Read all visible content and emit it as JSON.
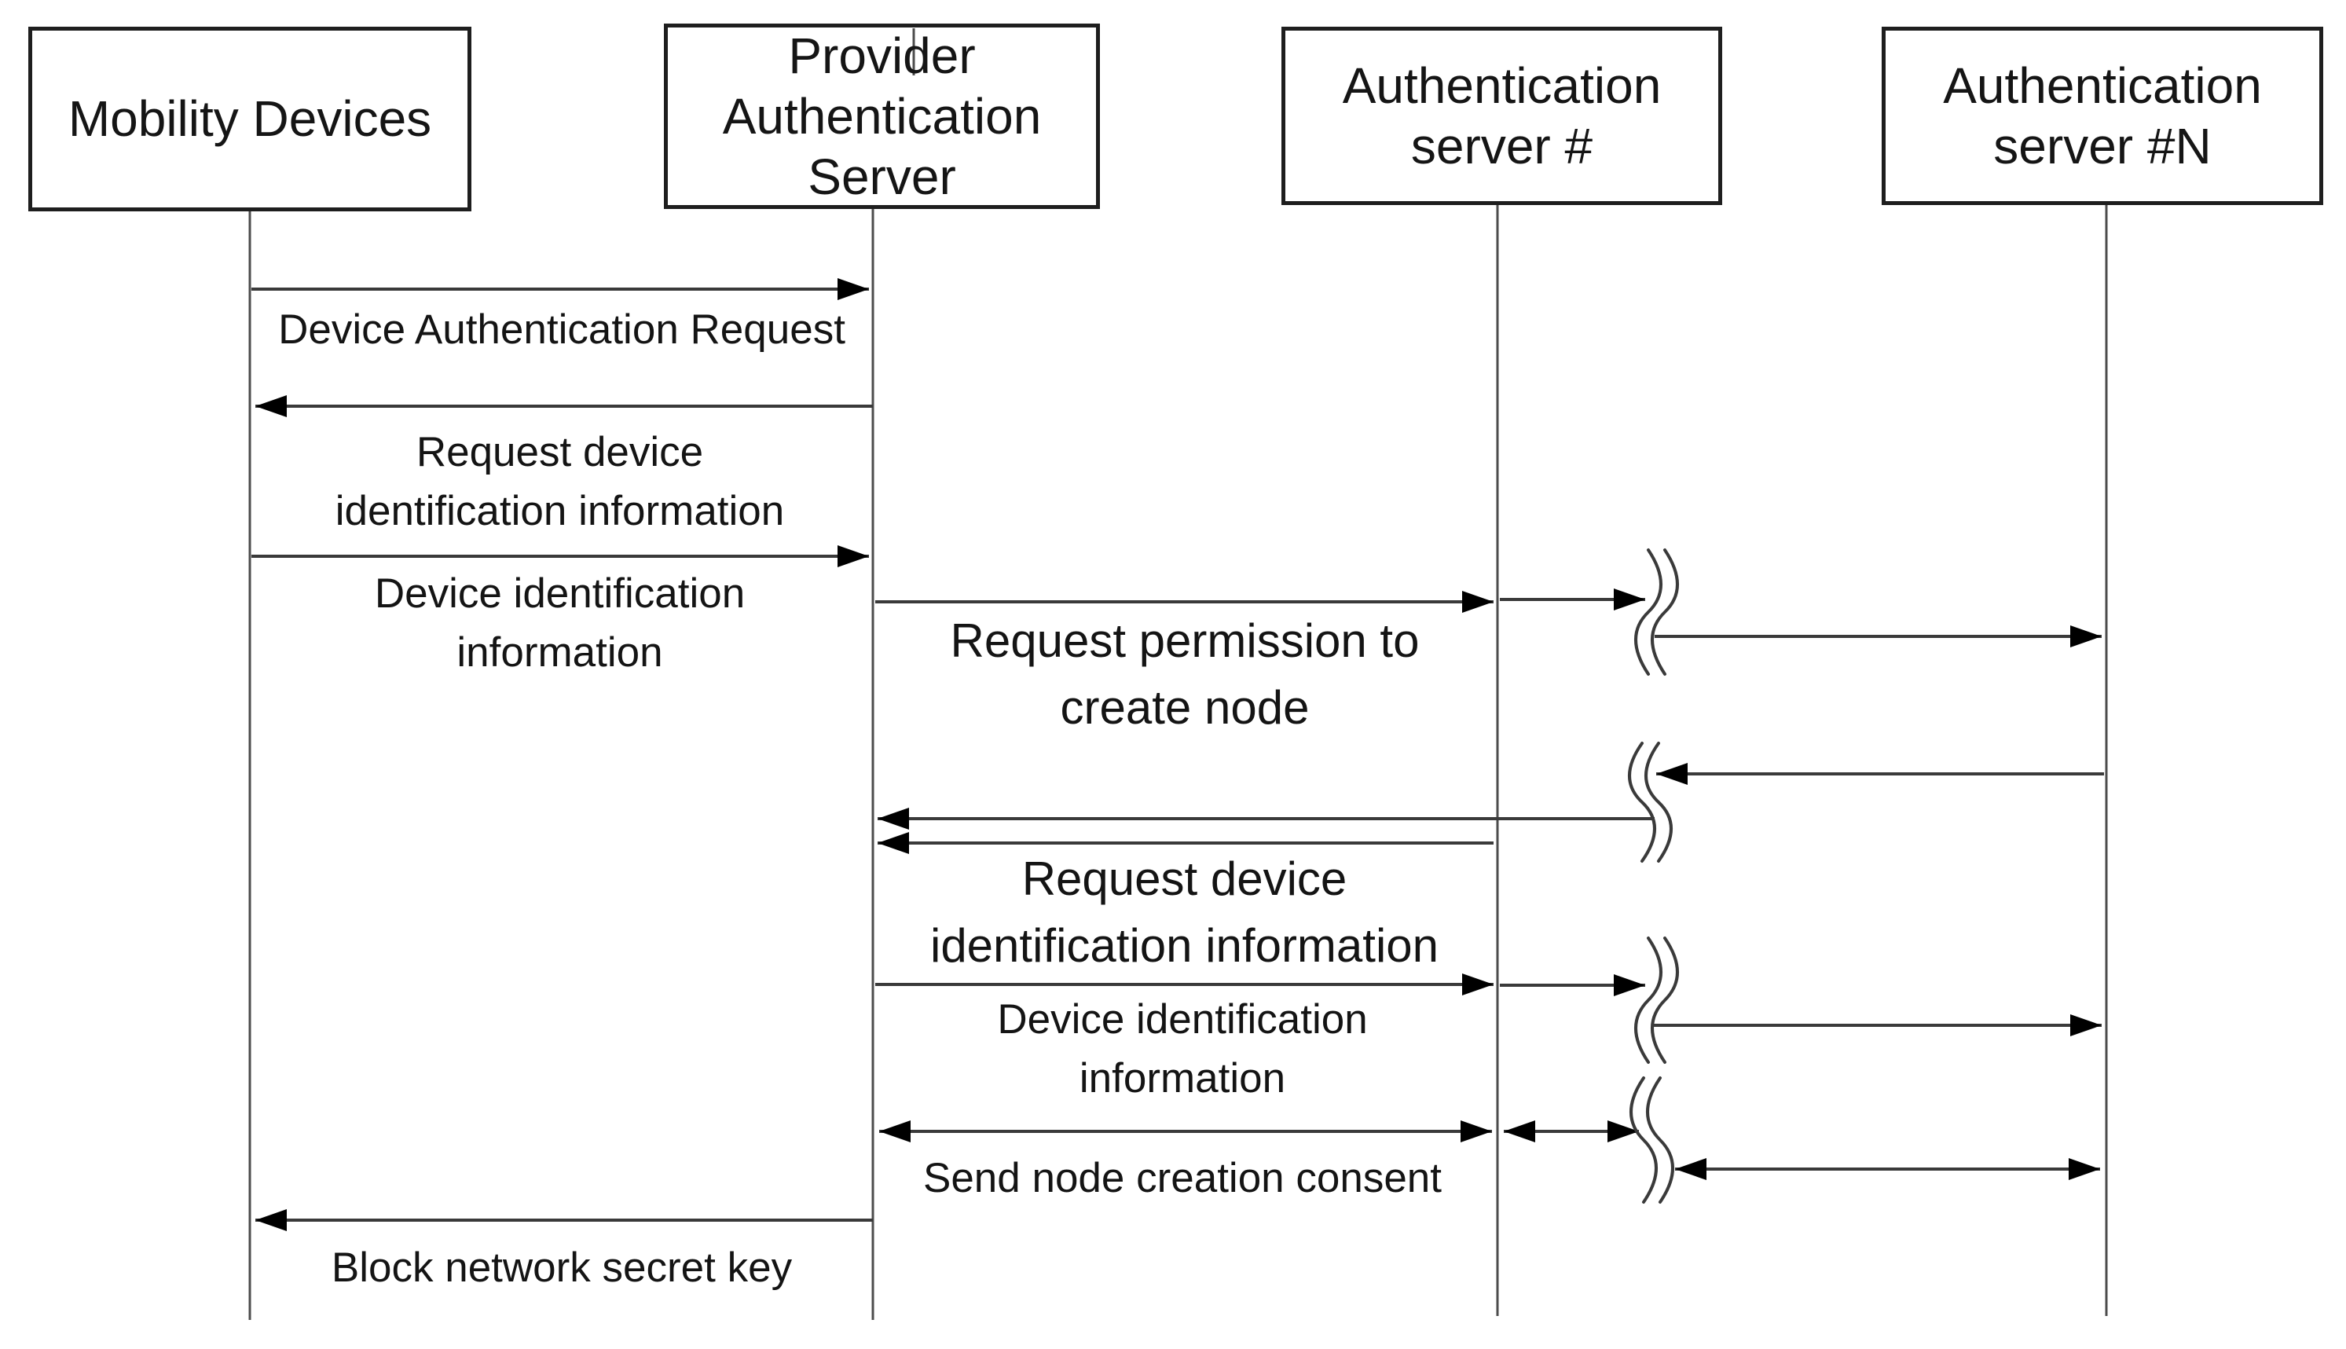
{
  "diagram_type": "sequence-diagram",
  "colors": {
    "background": "#ffffff",
    "line": "#3a3a3a",
    "lifeline": "#4c4c4c",
    "box_border": "#1e1e1e",
    "arrowhead": "#000000",
    "text": "#141414"
  },
  "actors": [
    {
      "id": "mobility-devices",
      "label": "Mobility Devices"
    },
    {
      "id": "provider-auth-server",
      "label": "Provider\nAuthentication\nServer"
    },
    {
      "id": "auth-server-hash",
      "label": "Authentication\nserver #"
    },
    {
      "id": "auth-server-hash-n",
      "label": "Authentication\nserver #N"
    }
  ],
  "messages": [
    {
      "label": "Device Authentication Request",
      "from": "Mobility Devices",
      "to": "Provider Authentication Server",
      "direction": "right"
    },
    {
      "label": "Request device\nidentification information",
      "from": "Provider Authentication Server",
      "to": "Mobility Devices",
      "direction": "left"
    },
    {
      "label": "Device identification\ninformation",
      "from": "Mobility Devices",
      "to": "Provider Authentication Server",
      "direction": "right"
    },
    {
      "label": "Request permission to\ncreate node",
      "from": "Provider Authentication Server",
      "to": "Authentication server # / #N",
      "direction": "right"
    },
    {
      "label": "Request device\nidentification information",
      "from": "Authentication server # / #N",
      "to": "Provider Authentication Server",
      "direction": "left"
    },
    {
      "label": "Device identification\ninformation",
      "from": "Provider Authentication Server",
      "to": "Authentication server # / #N",
      "direction": "right"
    },
    {
      "label": "Send node creation consent",
      "from": "Provider Authentication Server",
      "to": "Authentication server # / #N",
      "direction": "both"
    },
    {
      "label": "Block network secret key",
      "from": "Provider Authentication Server",
      "to": "Mobility Devices",
      "direction": "left"
    }
  ]
}
